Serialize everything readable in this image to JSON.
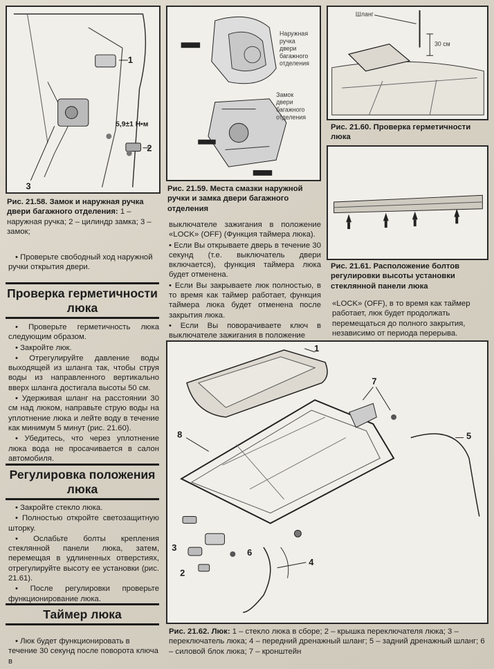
{
  "fig_21_58": {
    "labels": {
      "one": "1",
      "two": "2",
      "three": "3",
      "torque": "5,9±1 Н•м"
    },
    "caption_bold": "Рис. 21.58. Замок и наружная ручка двери багажного отделения:",
    "caption_text": " 1 – наружная ручка; 2 – цилиндр замка; 3 – замок;"
  },
  "fig_21_59": {
    "label_handle": [
      "Наружная",
      "ручка",
      "двери",
      "багажного",
      "отделения"
    ],
    "label_lock": [
      "Замок",
      "двери",
      "багажного",
      "отделения"
    ],
    "caption_bold": "Рис. 21.59. Места смазки наружной ручки и замка двери багажного отделения"
  },
  "fig_21_60": {
    "label_hose": "Шланг",
    "label_distance": "30 см",
    "caption_bold": "Рис. 21.60. Проверка герметичности люка"
  },
  "fig_21_61": {
    "caption_bold": "Рис. 21.61. Расположение болтов регулировки высоты установки стеклянной панели люка"
  },
  "fig_21_62": {
    "labels": {
      "n1": "1",
      "n2": "2",
      "n3": "3",
      "n4": "4",
      "n5": "5",
      "n6": "6",
      "n7": "7",
      "n8": "8"
    },
    "caption_bold": "Рис. 21.62. Люк:",
    "caption_text": " 1 – стекло люка в сборе; 2 – крышка переключателя люка; 3 – переключатель люка; 4 – передний дренажный шланг; 5 – задний дренажный шланг; 6 – силовой блок люка; 7 – кронштейн"
  },
  "left_column": {
    "bullet_handle": "Проверьте свободный ход наружной ручки открытия двери.",
    "heading_check": "Проверка герметичности люка",
    "check_items": [
      "Проверьте герметичность люка следующим образом.",
      "Закройте люк.",
      "Отрегулируйте давление воды выходящей из шланга так, чтобы струя воды из направленного вертикально вверх шланга достигала высоты 50 см.",
      "Удерживая шланг на расстоянии 30 см над люком, направьте струю воды на уплотнение люка и лейте воду в течение как минимум 5 минут (рис. 21.60).",
      "Убедитесь, что через уплотнение люка вода не просачивается в салон автомобиля."
    ],
    "heading_adjust": "Регулировка положения люка",
    "adjust_items": [
      "Закройте стекло люка.",
      "Полностью откройте светозащитную шторку.",
      "Ослабьте болты крепления стеклянной панели люка, затем, перемещая в удлиненных отверстиях, отрегулируйте высоту ее установки (рис. 21.61).",
      "После регулировки проверьте функционирование люка."
    ],
    "heading_timer": "Таймер люка",
    "timer_item": "Люк будет функционировать в течение 30 секунд после поворота ключа в"
  },
  "middle_column": {
    "paragraphs": [
      "выключателе зажигания в положение «LOCK» (OFF) (Функция таймера люка).",
      "• Если Вы открываете дверь в течение 30 секунд (т.е. выключатель двери включается), функция таймера люка будет отменена.",
      "• Если Вы закрываете люк полностью, в то время как таймер работает, функция таймера люка будет отменена после закрытия люка.",
      "• Если Вы поворачиваете ключ в выключателе зажигания в положение"
    ]
  },
  "right_column": {
    "paragraph": "«LOCK» (OFF), в то время как таймер работает, люк будет продолжать перемещаться до полного закрытия, независимо от периода перерыва."
  }
}
